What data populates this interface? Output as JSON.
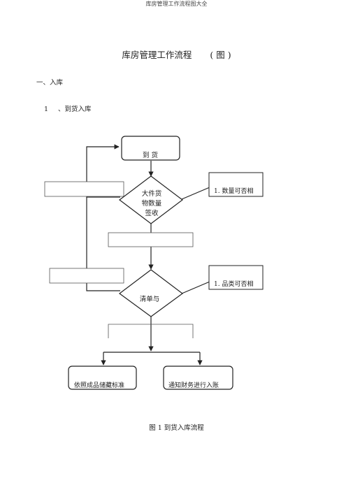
{
  "running_head": "库房管理工作流程图大全",
  "title": "库房管理工作流程",
  "title_tag": "( 图 )",
  "section_heading": "一、入库",
  "subsection_number": "1",
  "subsection_title": "、到货入库",
  "flow": {
    "arrival": "到   货",
    "diamond1": [
      "大件货",
      "物数量",
      "签收"
    ],
    "check1": "1. 数量可否相",
    "diamond2": "清单与",
    "check2": "1. 品类可否相",
    "end_left": "依照成品储藏标准",
    "end_right": "通知财务进行入账"
  },
  "caption": "图 1 到货入库流程"
}
